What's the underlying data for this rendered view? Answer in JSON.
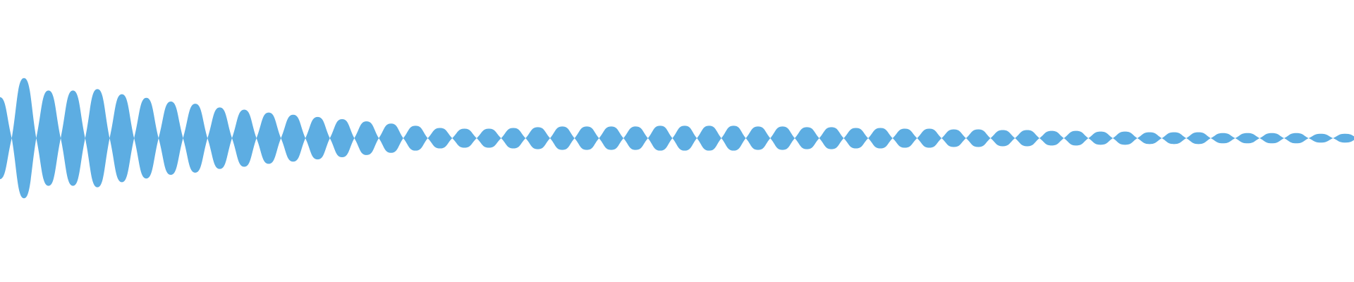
{
  "waveform": {
    "color": "#5dade2",
    "background": "#ffffff",
    "lobe_peaks": [
      0.56,
      0.82,
      0.65,
      0.65,
      0.67,
      0.6,
      0.55,
      0.5,
      0.47,
      0.42,
      0.39,
      0.35,
      0.32,
      0.29,
      0.26,
      0.23,
      0.2,
      0.17,
      0.14,
      0.13,
      0.13,
      0.14,
      0.15,
      0.16,
      0.16,
      0.16,
      0.16,
      0.17,
      0.17,
      0.17,
      0.17,
      0.16,
      0.16,
      0.15,
      0.15,
      0.14,
      0.14,
      0.13,
      0.13,
      0.12,
      0.12,
      0.11,
      0.11,
      0.1,
      0.1,
      0.09,
      0.09,
      0.08,
      0.08,
      0.08,
      0.07,
      0.07,
      0.07,
      0.07,
      0.06,
      0.06
    ]
  }
}
